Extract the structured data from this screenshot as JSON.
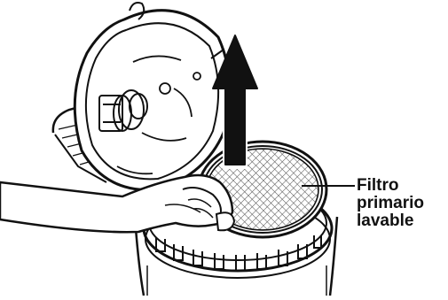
{
  "callout": {
    "lines": [
      "Filtro",
      "primario",
      "lavable"
    ]
  },
  "icons": {
    "lift_arrow": "arrow-up-icon",
    "hand": "hand-icon",
    "filter": "mesh-filter-icon"
  },
  "colors": {
    "ink": "#111111",
    "mesh": "#555555",
    "background": "#ffffff"
  }
}
